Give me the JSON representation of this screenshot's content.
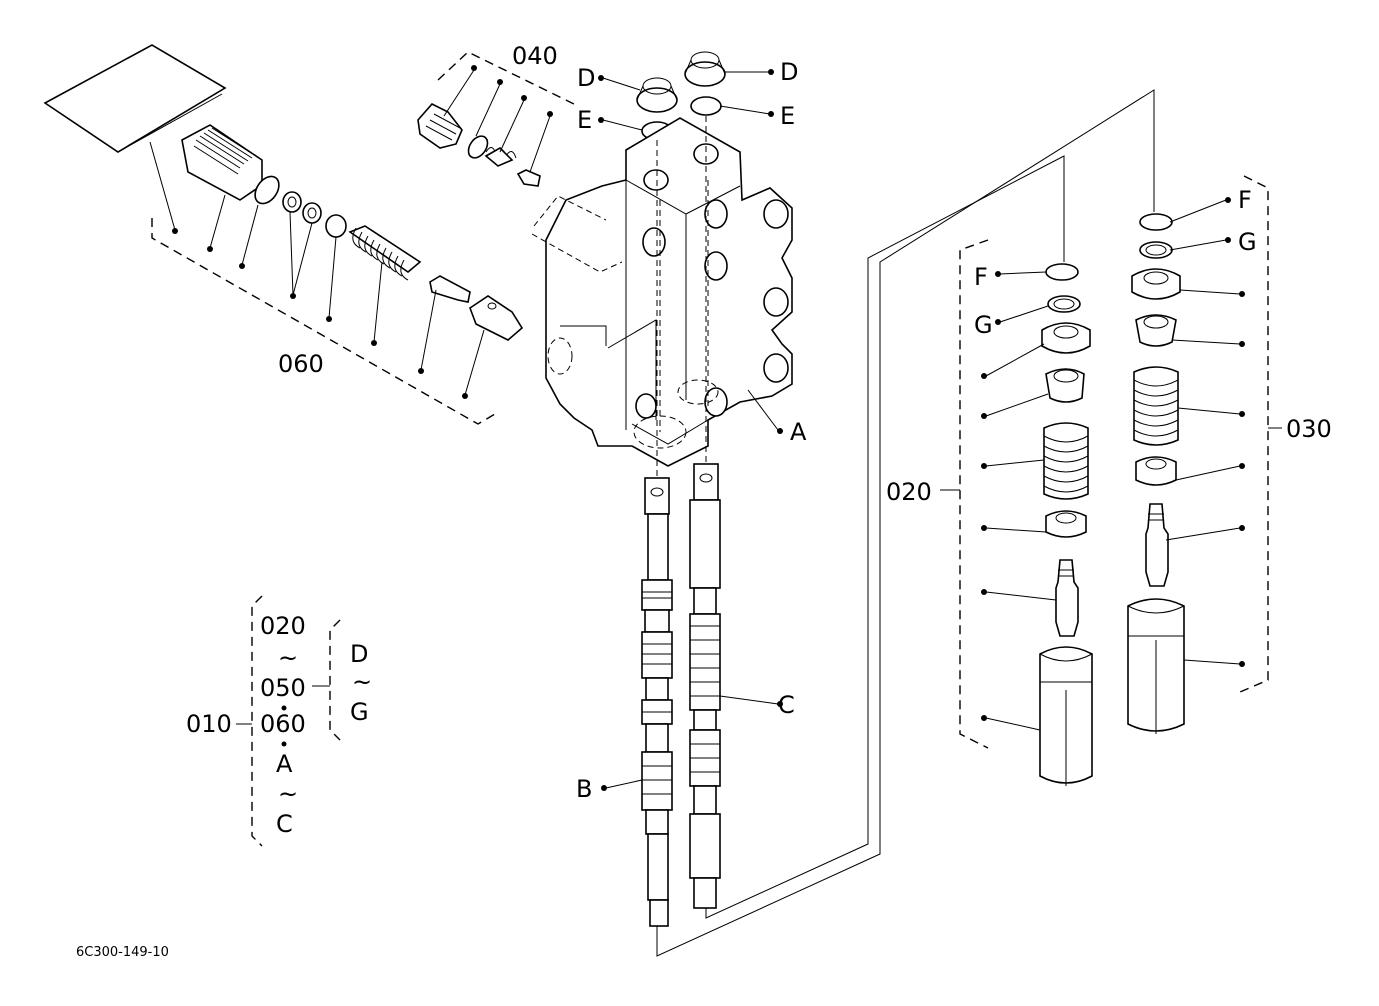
{
  "labels": {
    "group_040": "040",
    "group_060": "060",
    "group_020": "020",
    "group_030": "030",
    "D_left": "D",
    "D_right": "D",
    "E_left": "E",
    "E_right": "E",
    "F_right": "F",
    "G_right": "G",
    "F_mid": "F",
    "G_mid": "G",
    "A": "A",
    "B": "B",
    "C": "C"
  },
  "legend": {
    "l020": "020",
    "tilde1": "~",
    "l050": "050",
    "l060": "060",
    "lA": "A",
    "tilde2": "~",
    "lC": "C",
    "l010": "010",
    "lD": "D",
    "tilde3": "~",
    "lG": "G"
  },
  "drawing_code": "6C300-149-10"
}
